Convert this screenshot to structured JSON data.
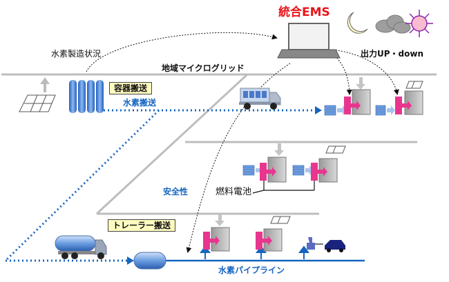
{
  "title": "統合EMS",
  "labels": {
    "h2_status": "水素製造状況",
    "output_ctrl": "出力UP・down",
    "microgrid": "地域マイクログリッド",
    "container_transport": "容器搬送",
    "h2_transport": "水素搬送",
    "safety": "安全性",
    "fuel_cell": "燃料電池",
    "trailer_transport": "トレーラー搬送",
    "h2_pipeline": "水素パイプライン"
  },
  "colors": {
    "title": "#e8141b",
    "blue": "#1565c0",
    "box_bg": "#fffcc0",
    "pink": "#e8368f",
    "road": "#bdbdbd"
  },
  "icons": [
    "laptop-icon",
    "moon-icon",
    "cloud-icon",
    "sun-icon",
    "solar-panel-icon",
    "hydrogen-tank-icon",
    "truck-icon",
    "trailer-icon",
    "building-icon",
    "fuel-cell-icon",
    "car-icon"
  ]
}
